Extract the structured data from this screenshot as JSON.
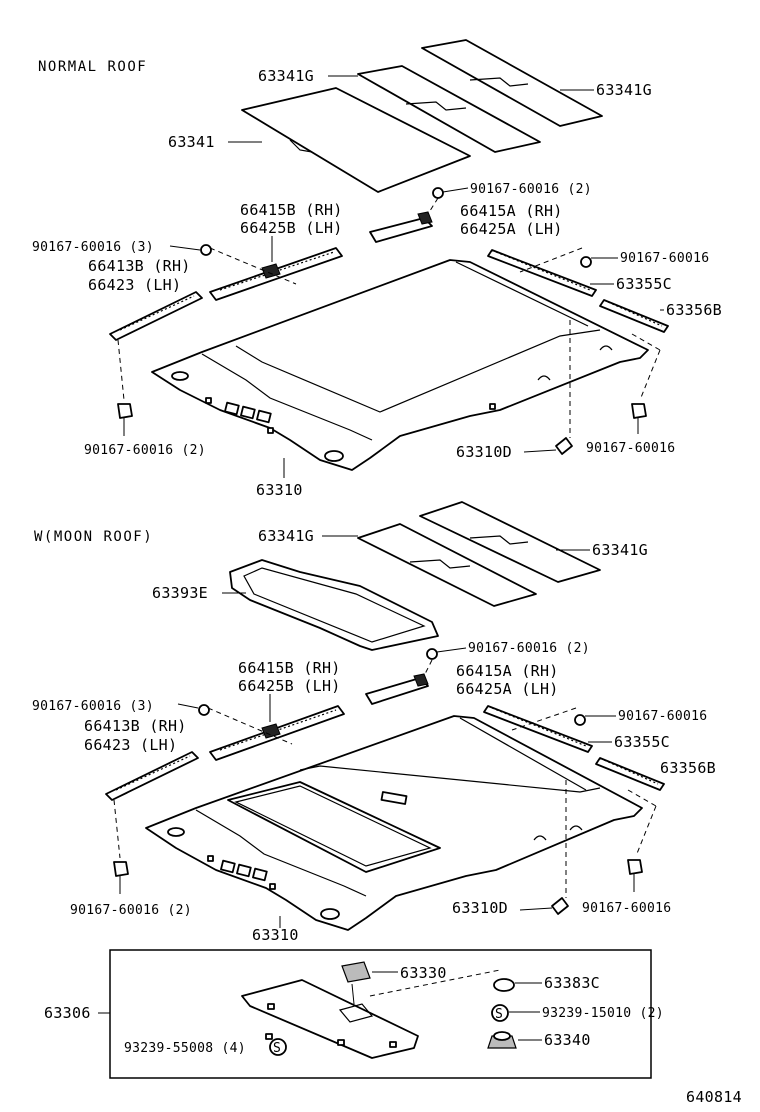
{
  "sections": {
    "normal": {
      "title": "NORMAL ROOF",
      "labels": {
        "g_upper": "63341G",
        "g_right": "63341G",
        "pad": "63341",
        "bolt_top": "90167-60016 (2)",
        "hA_rh": "66415A (RH)",
        "hA_lh": "66425A (LH)",
        "hB_rh": "66415B (RH)",
        "hB_lh": "66425B (LH)",
        "bolt_left": "90167-60016 (3)",
        "m_rh": "66413B (RH)",
        "m_lh": "66423  (LH)",
        "bolt_right": "90167-60016",
        "c": "63355C",
        "b": "63356B",
        "bolt_bl": "90167-60016 (2)",
        "d": "63310D",
        "bolt_br": "90167-60016",
        "liner": "63310"
      }
    },
    "moon": {
      "title": "W(MOON ROOF)",
      "labels": {
        "g_upper": "63341G",
        "g_right": "63341G",
        "e": "63393E",
        "bolt_top": "90167-60016 (2)",
        "hA_rh": "66415A (RH)",
        "hA_lh": "66425A (LH)",
        "hB_rh": "66415B (RH)",
        "hB_lh": "66425B (LH)",
        "bolt_left": "90167-60016 (3)",
        "m_rh": "66413B (RH)",
        "m_lh": "66423  (LH)",
        "bolt_right": "90167-60016",
        "c": "63355C",
        "b": "63356B",
        "bolt_bl": "90167-60016 (2)",
        "d": "63310D",
        "bolt_br": "90167-60016",
        "liner": "63310"
      }
    },
    "visor": {
      "assembly": "63306",
      "lamp": "63330",
      "cap": "63383C",
      "screw_r": "93239-15010 (2)",
      "screw_l": "93239-55008 (4)",
      "screw_mark": "S",
      "holder": "63340"
    }
  },
  "footer": {
    "code": "640814"
  }
}
